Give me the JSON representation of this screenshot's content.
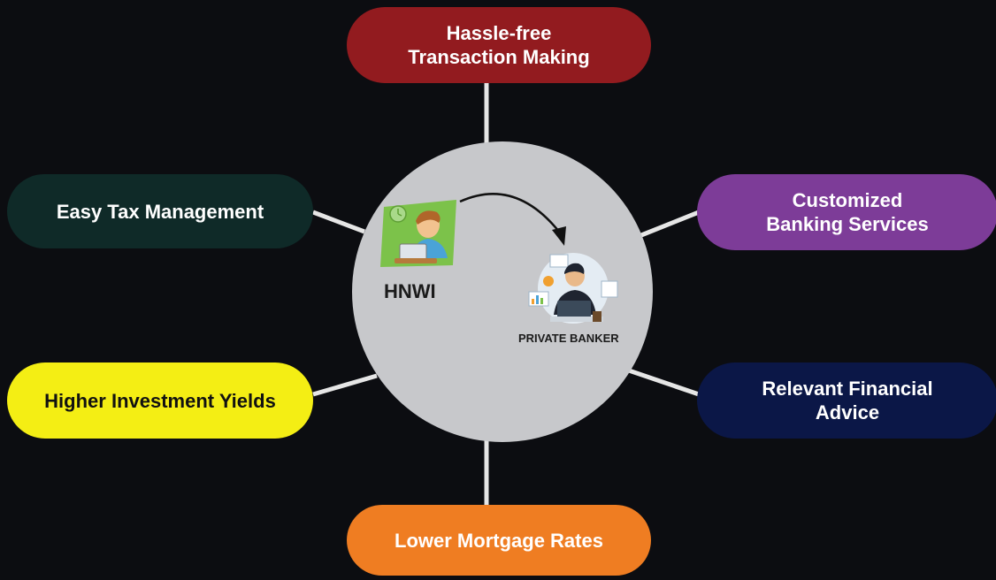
{
  "hub": {
    "hnwi_label": "HNWI",
    "banker_label": "PRIVATE BANKER"
  },
  "nodes": {
    "top": "Hassle-free\nTransaction Making",
    "left_top": "Easy Tax Management",
    "right_top": "Customized\nBanking Services",
    "left_bottom": "Higher Investment Yields",
    "right_bottom": "Relevant Financial\nAdvice",
    "bottom": "Lower Mortgage Rates"
  },
  "colors": {
    "background": "#0c0d11",
    "hub": "#c7c8cb",
    "top": "#921b1f",
    "left_top": "#0f2a28",
    "right_top": "#7d3c98",
    "left_bottom": "#f4ee14",
    "right_bottom": "#0b1747",
    "bottom": "#ef7d22",
    "connector": "#e6e6e6"
  },
  "icons": {
    "hnwi": "person-at-laptop-icon",
    "banker": "banker-at-desk-icon",
    "flow": "curved-arrow-icon"
  }
}
